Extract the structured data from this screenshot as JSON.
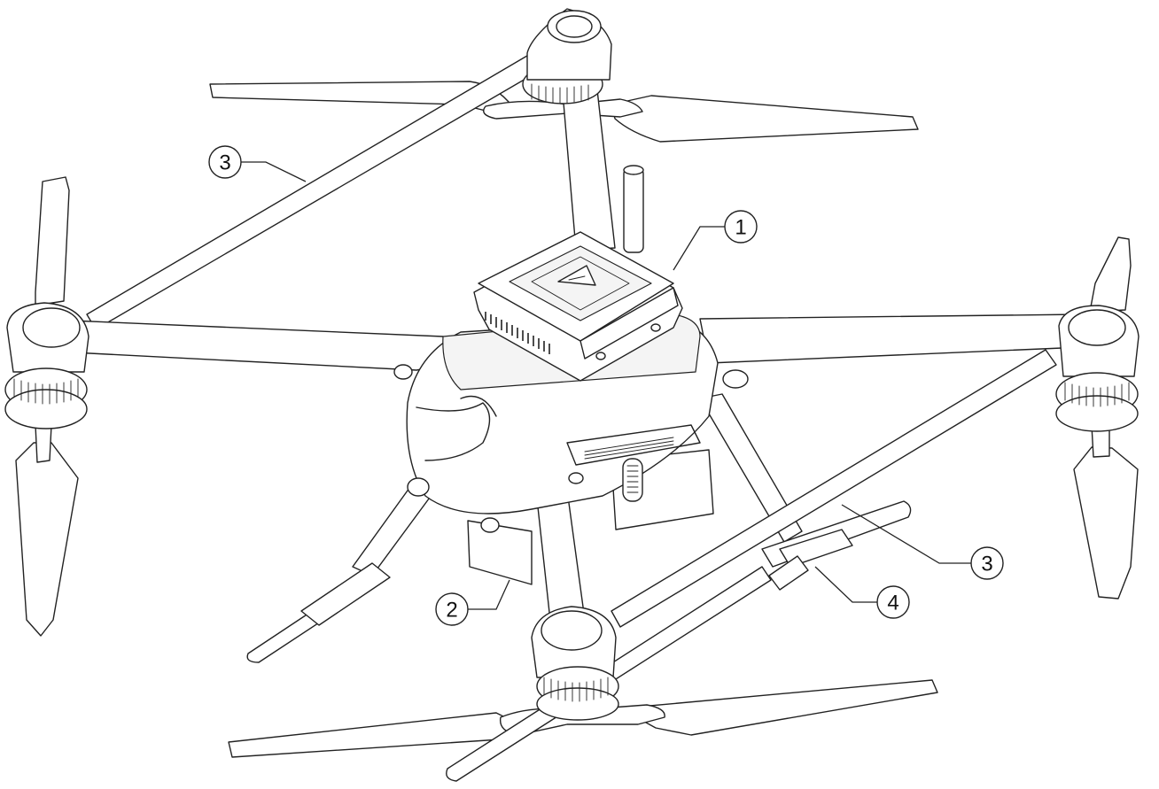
{
  "callouts": [
    {
      "id": "c1",
      "label": "1"
    },
    {
      "id": "c2",
      "label": "2"
    },
    {
      "id": "c3a",
      "label": "3"
    },
    {
      "id": "c3b",
      "label": "3"
    },
    {
      "id": "c4",
      "label": "4"
    }
  ],
  "colors": {
    "line": "#222222",
    "background": "#ffffff"
  }
}
